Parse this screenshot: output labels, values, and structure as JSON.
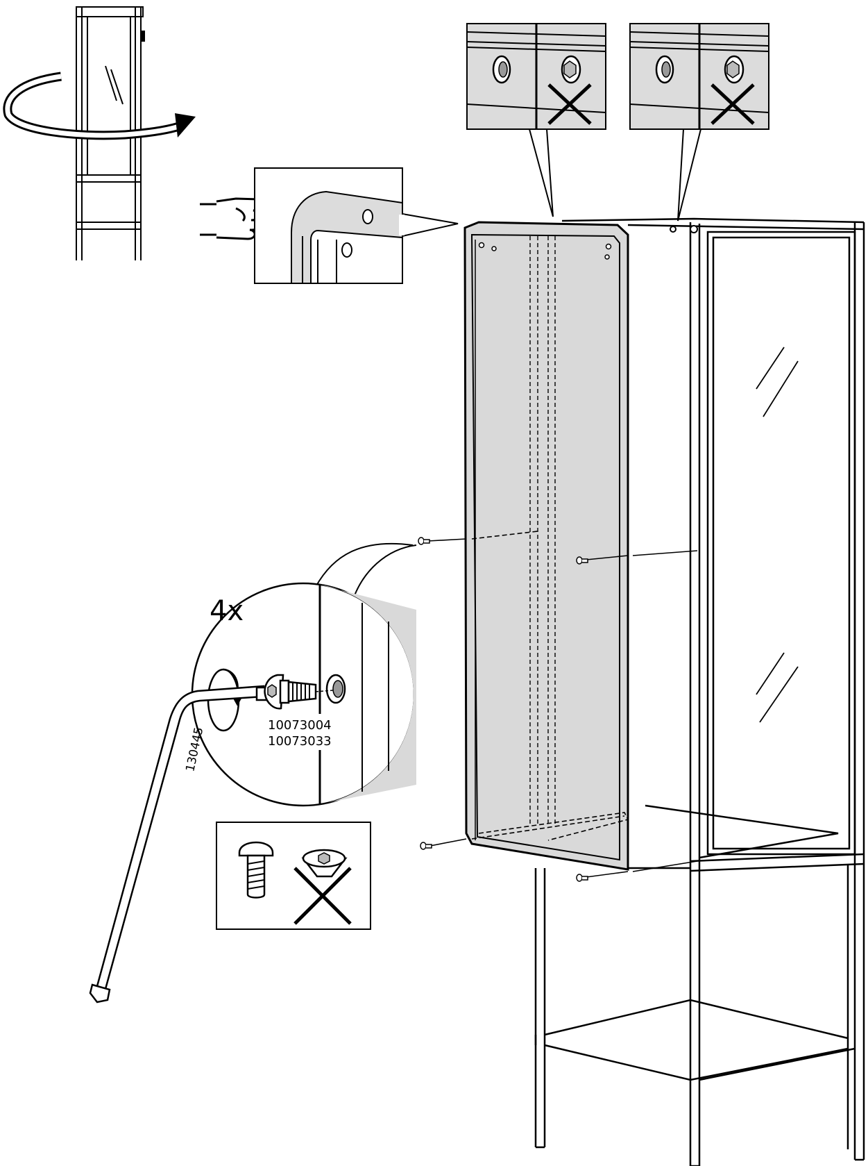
{
  "step": {
    "quantity_label": "4x",
    "screw_part_numbers": [
      "10073004",
      "10073033"
    ],
    "allen_key_part_number": "130445"
  },
  "colors": {
    "line": "#000000",
    "panel_fill": "#d9d9d9",
    "detail_fill": "#dcdcdc",
    "background": "#ffffff"
  },
  "icons": [
    "rotate-arrow-icon",
    "pointing-hand-icon",
    "wrong-cross-icon",
    "allen-key-icon",
    "screw-icon",
    "turn-direction-icon"
  ]
}
